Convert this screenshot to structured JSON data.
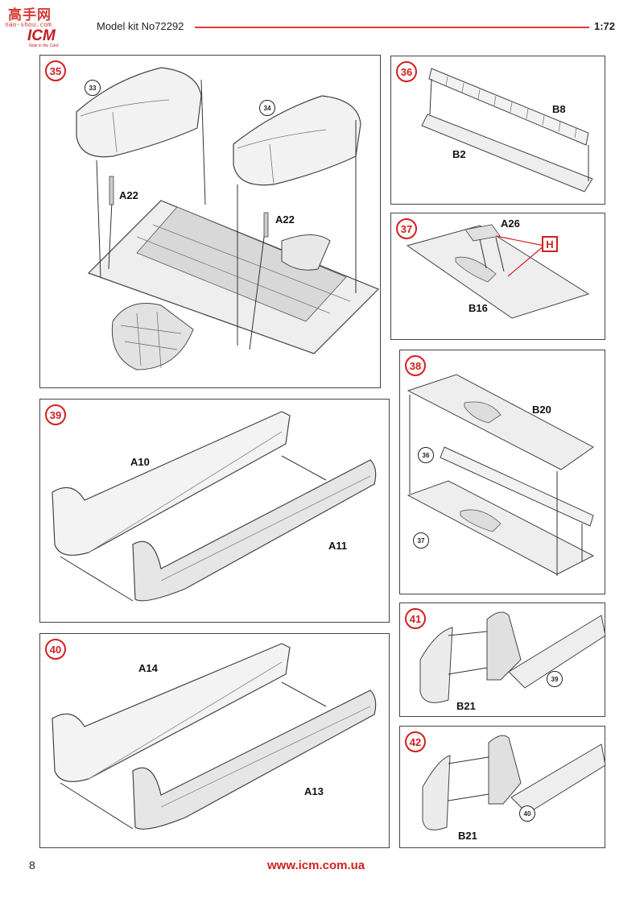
{
  "logo": {
    "top_text": "高手网",
    "site_text": "nao-shou.com",
    "brand": "ICM",
    "tagline": "Note in the Card"
  },
  "header": {
    "title": "Model kit No72292",
    "scale": "1:72"
  },
  "steps": {
    "s35": {
      "num": "35",
      "ref_a": "33",
      "ref_b": "34",
      "label_a": "A22",
      "label_b": "A22"
    },
    "s36": {
      "num": "36",
      "label_top": "B8",
      "label_bottom": "B2"
    },
    "s37": {
      "num": "37",
      "label_part": "A26",
      "label_base": "B16",
      "marker": "H"
    },
    "s38": {
      "num": "38",
      "label_top": "B20",
      "ref_a": "36",
      "ref_b": "37"
    },
    "s39": {
      "num": "39",
      "label_left": "A10",
      "label_right": "A11"
    },
    "s40": {
      "num": "40",
      "label_left": "A14",
      "label_right": "A13"
    },
    "s41": {
      "num": "41",
      "label_part": "B21",
      "ref": "39"
    },
    "s42": {
      "num": "42",
      "label_part": "B21",
      "ref": "40"
    }
  },
  "footer": {
    "page_number": "8",
    "url": "www.icm.com.ua"
  },
  "colors": {
    "accent": "#d22020",
    "line": "#444444",
    "part_fill": "#e6e6e6"
  }
}
